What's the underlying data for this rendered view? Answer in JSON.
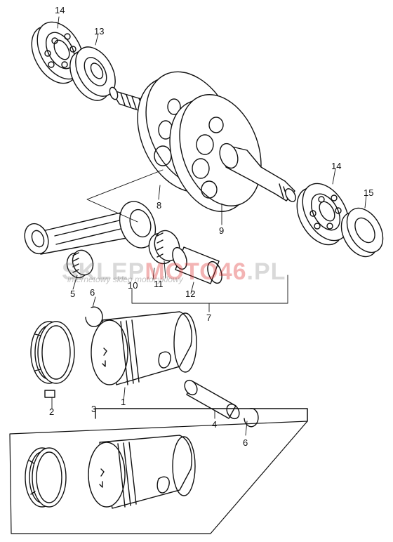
{
  "callouts": {
    "p1": "1",
    "p2": "2",
    "p3": "3",
    "p4": "4",
    "p5": "5",
    "p6a": "6",
    "p6b": "6",
    "p7": "7",
    "p8": "8",
    "p9": "9",
    "p10": "10",
    "p11": "11",
    "p12": "12",
    "p13": "13",
    "p14a": "14",
    "p14b": "14",
    "p15": "15"
  },
  "watermark": {
    "main_prefix": "SKLEP",
    "main_accent": "MOTO46",
    "main_suffix": ".PL",
    "sub": "internetowy sklep motocyklowy"
  },
  "colors": {
    "line": "#111111",
    "watermark_grey": "#8c8c8c",
    "watermark_red": "#dc2828"
  }
}
